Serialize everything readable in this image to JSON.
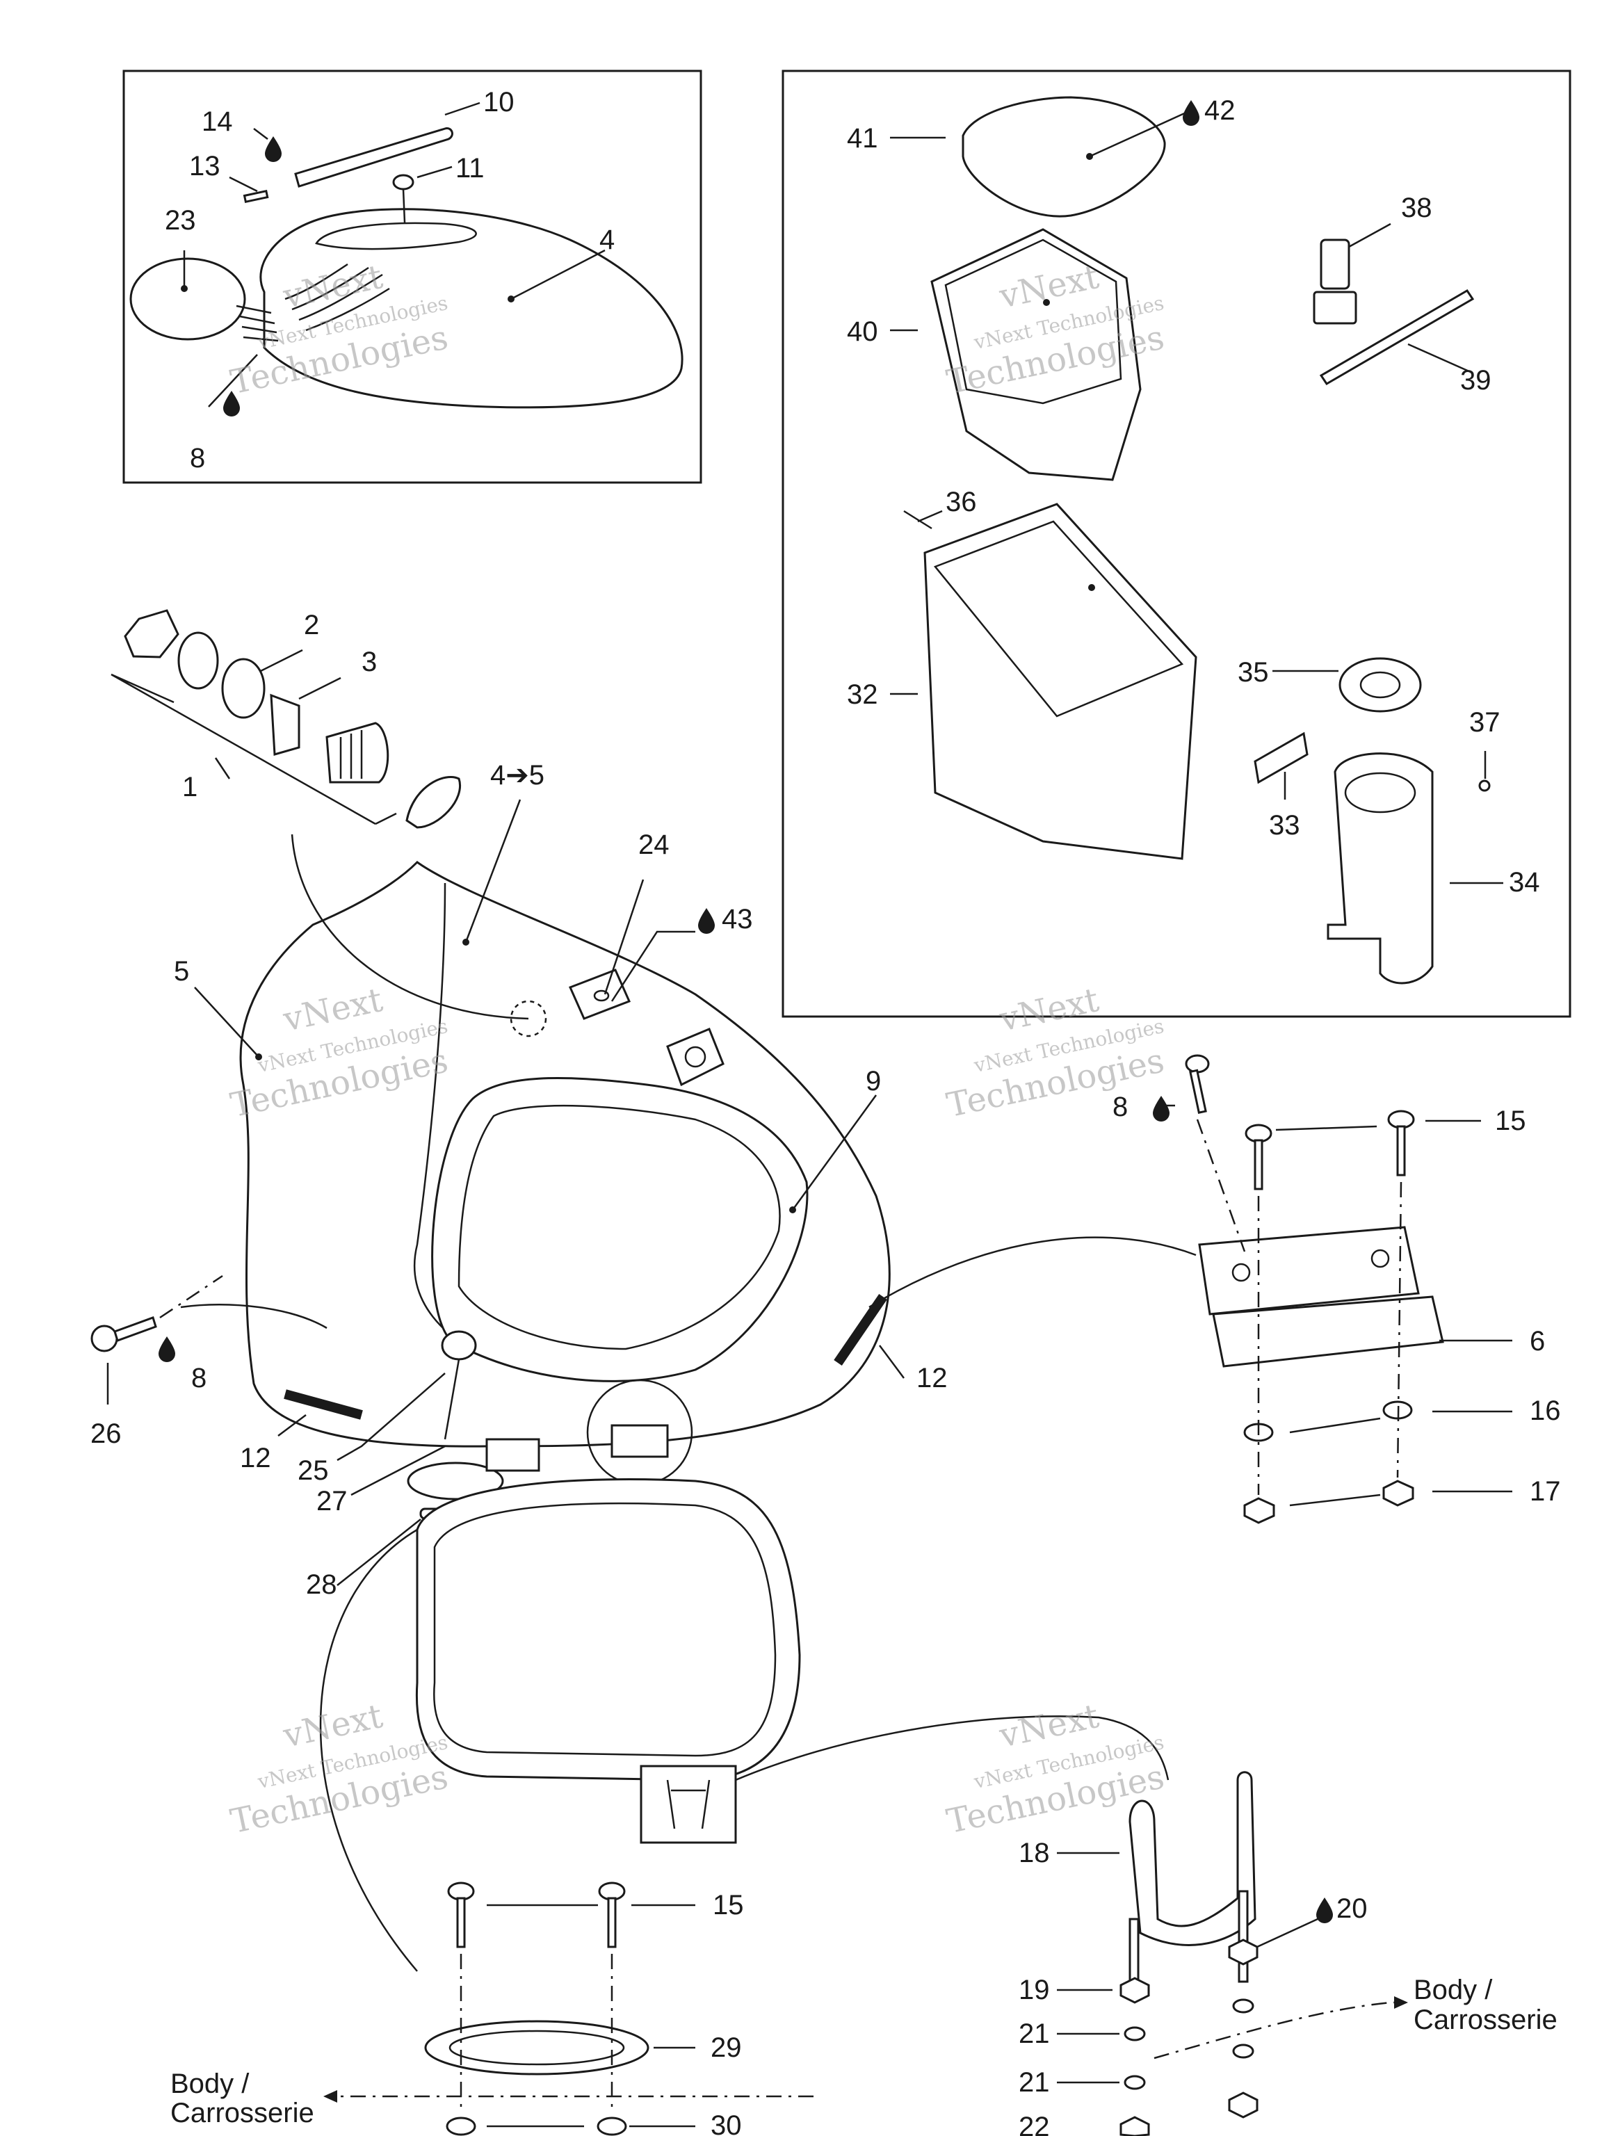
{
  "diagram": {
    "callouts": [
      {
        "id": "c14",
        "text": "14"
      },
      {
        "id": "c10",
        "text": "10"
      },
      {
        "id": "c13",
        "text": "13"
      },
      {
        "id": "c11",
        "text": "11"
      },
      {
        "id": "c23",
        "text": "23"
      },
      {
        "id": "c4",
        "text": "4"
      },
      {
        "id": "c8a",
        "text": "8"
      },
      {
        "id": "c41",
        "text": "41"
      },
      {
        "id": "c42",
        "text": "42"
      },
      {
        "id": "c38",
        "text": "38"
      },
      {
        "id": "c40",
        "text": "40"
      },
      {
        "id": "c39",
        "text": "39"
      },
      {
        "id": "c36",
        "text": "36"
      },
      {
        "id": "c32",
        "text": "32"
      },
      {
        "id": "c35",
        "text": "35"
      },
      {
        "id": "c37",
        "text": "37"
      },
      {
        "id": "c33",
        "text": "33"
      },
      {
        "id": "c34",
        "text": "34"
      },
      {
        "id": "c2",
        "text": "2"
      },
      {
        "id": "c3",
        "text": "3"
      },
      {
        "id": "c1",
        "text": "1"
      },
      {
        "id": "c45",
        "text": "4➔5"
      },
      {
        "id": "c24",
        "text": "24"
      },
      {
        "id": "c43",
        "text": "43"
      },
      {
        "id": "c5",
        "text": "5"
      },
      {
        "id": "c9",
        "text": "9"
      },
      {
        "id": "c8b",
        "text": "8"
      },
      {
        "id": "c15a",
        "text": "15"
      },
      {
        "id": "c6",
        "text": "6"
      },
      {
        "id": "c26",
        "text": "26"
      },
      {
        "id": "c8c",
        "text": "8"
      },
      {
        "id": "c12a",
        "text": "12"
      },
      {
        "id": "c12b",
        "text": "12"
      },
      {
        "id": "c25",
        "text": "25"
      },
      {
        "id": "c27",
        "text": "27"
      },
      {
        "id": "c16",
        "text": "16"
      },
      {
        "id": "c17",
        "text": "17"
      },
      {
        "id": "c28",
        "text": "28"
      },
      {
        "id": "c18",
        "text": "18"
      },
      {
        "id": "c20",
        "text": "20"
      },
      {
        "id": "c15b",
        "text": "15"
      },
      {
        "id": "c19",
        "text": "19"
      },
      {
        "id": "c21a",
        "text": "21"
      },
      {
        "id": "c21b",
        "text": "21"
      },
      {
        "id": "c22",
        "text": "22"
      },
      {
        "id": "c29",
        "text": "29"
      },
      {
        "id": "c30",
        "text": "30"
      }
    ],
    "body_label_right": {
      "line1": "Body /",
      "line2": "Carrosserie"
    },
    "body_label_left": {
      "line1": "Body /",
      "line2": "Carrosserie"
    },
    "watermark": {
      "line1": "vNext",
      "line2": "vNext Technologies",
      "line3": "Technologies"
    }
  }
}
